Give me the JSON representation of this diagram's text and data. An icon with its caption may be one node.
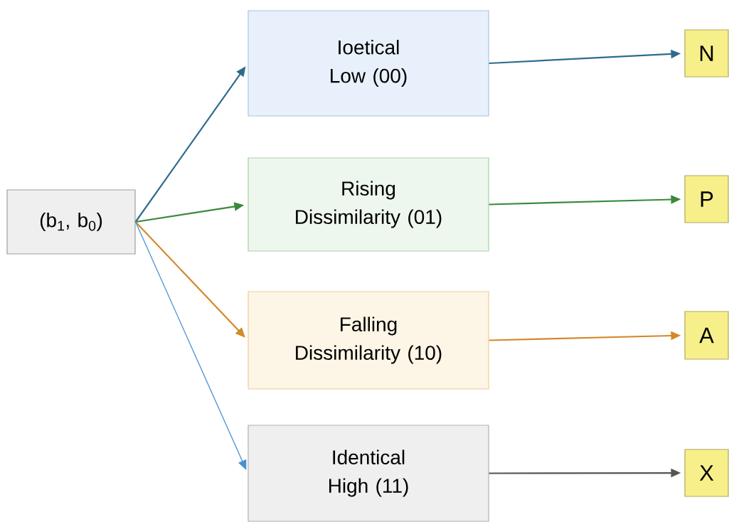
{
  "diagram": {
    "nodes": [
      {
        "text": [
          "(b$_{1}$, b$_{0}$)"
        ]
      },
      {
        "text": [
          "Ioetical Low (00)"
        ]
      },
      {
        "text": [
          "Rising Dissimilarity (01)"
        ]
      },
      {
        "text": [
          "Falling Dissimilarity (10)"
        ]
      },
      {
        "text": [
          "Identical High (11)"
        ]
      },
      {
        "text": [
          "N"
        ]
      },
      {
        "text": [
          "P"
        ]
      },
      {
        "text": [
          "A"
        ]
      },
      {
        "text": [
          "X"
        ]
      }
    ],
    "edges": [
      {
        "from": 0,
        "to": 1,
        "arrow": "to",
        "color": "#2e6b8e"
      },
      {
        "from": 0,
        "to": 2,
        "arrow": "to",
        "color": "#3a8a3a"
      },
      {
        "from": 0,
        "to": 3,
        "arrow": "to",
        "color": "#d4882a"
      },
      {
        "from": 0,
        "to": 4,
        "arrow": "to",
        "color": "#4a90d0"
      },
      {
        "from": 1,
        "to": 5,
        "arrow": "to",
        "color": "#2e6b8e"
      },
      {
        "from": 2,
        "to": 6,
        "arrow": "to",
        "color": "#3a8a3a"
      },
      {
        "from": 3,
        "to": 7,
        "arrow": "to",
        "color": "#d4882a"
      },
      {
        "from": 4,
        "to": 8,
        "arrow": "to",
        "color": "#555555"
      }
    ]
  }
}
